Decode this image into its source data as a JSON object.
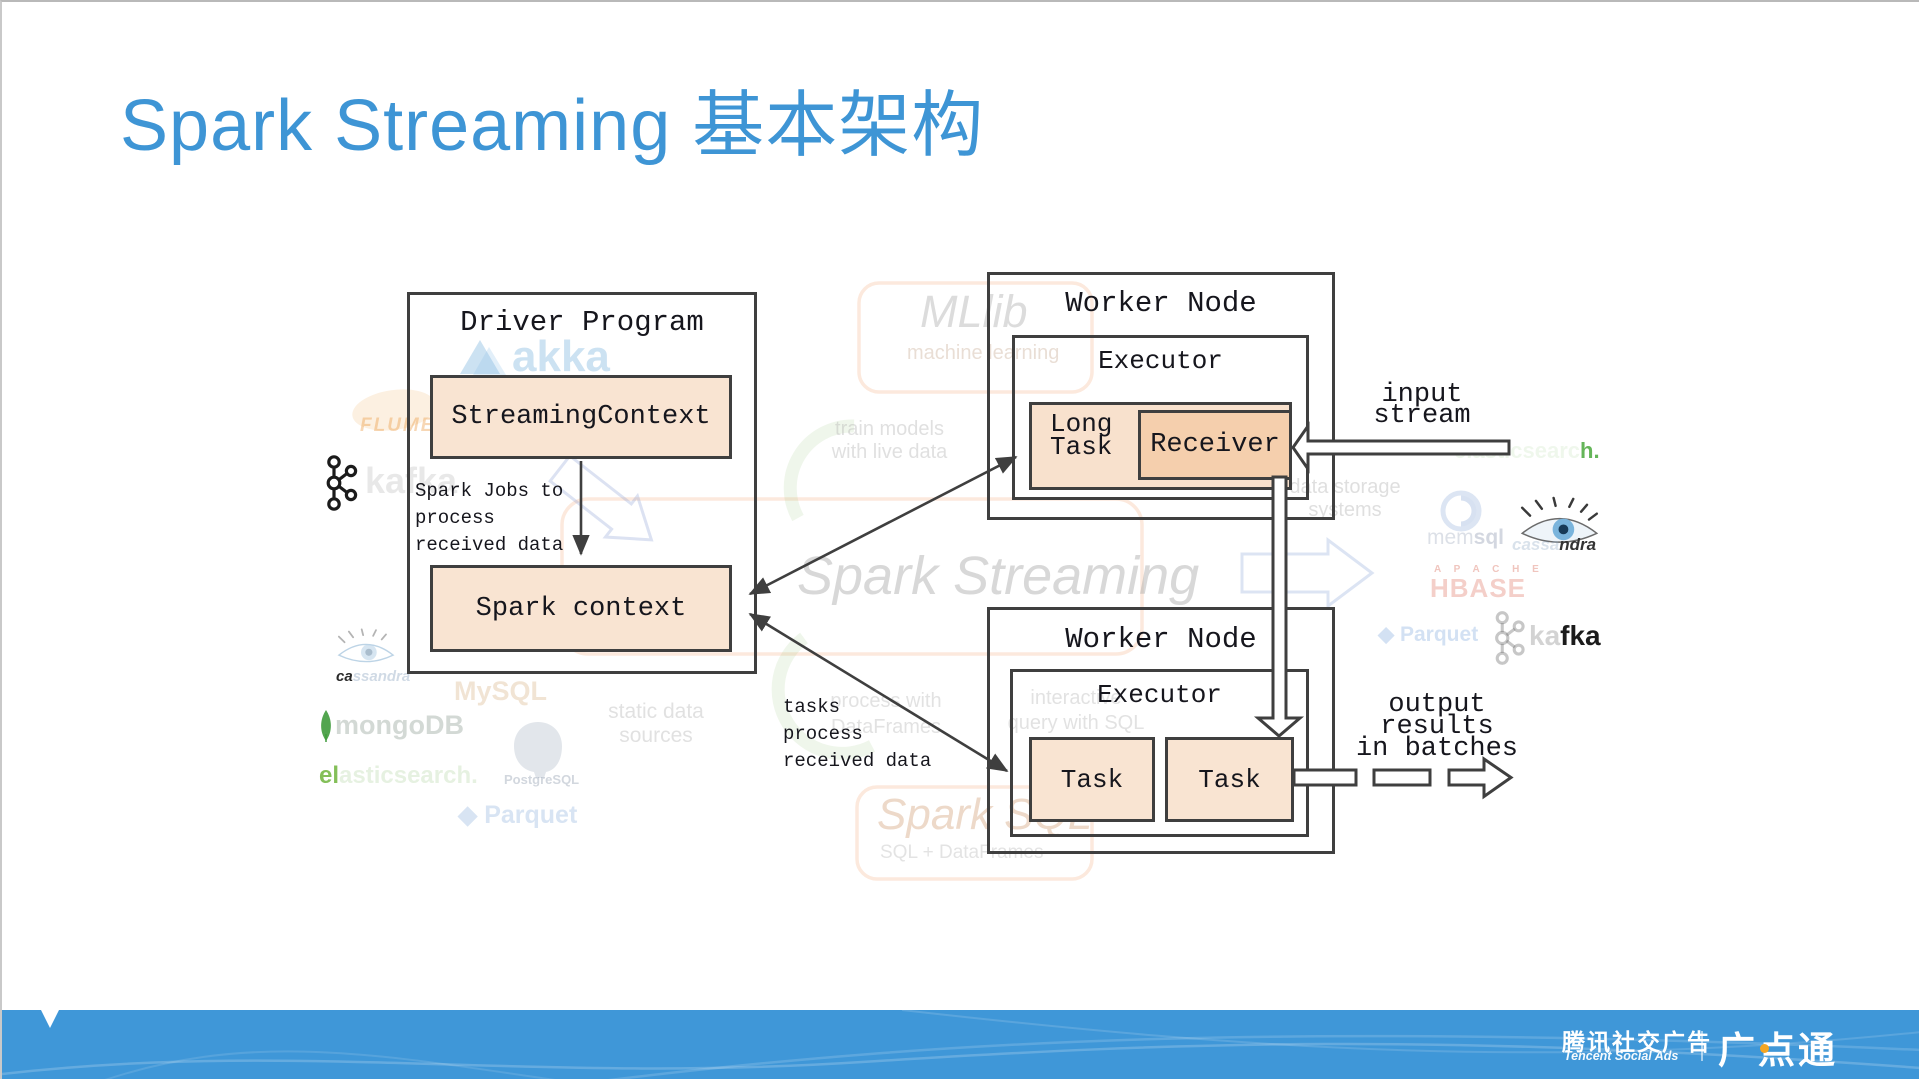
{
  "slide": {
    "title": "Spark Streaming 基本架构"
  },
  "colors": {
    "accent": "#3E95D5",
    "ink": "#3F3F3F",
    "peach": "#F9E4D2",
    "peach-mid": "#F8E1CD",
    "peach-dark": "#F5CFAD",
    "footer-blue": "#3F97D8"
  },
  "diagram": {
    "driver_program": {
      "label": "Driver Program",
      "streaming_context_label": "StreamingContext",
      "jobs_annotation": "Spark Jobs to\nprocess\nreceived data",
      "spark_context_label": "Spark context"
    },
    "worker_node_top": {
      "label": "Worker Node",
      "executor_label": "Executor",
      "long_task_label": "Long\nTask",
      "receiver_label": "Receiver"
    },
    "worker_node_bottom": {
      "label": "Worker Node",
      "executor_label": "Executor",
      "task1_label": "Task",
      "task2_label": "Task"
    },
    "annotations": {
      "input_stream": "input\nstream",
      "output_results": "output\nresults\nin batches",
      "tasks_process": "tasks\nprocess\nreceived data"
    }
  },
  "watermarks": {
    "akka": "akka",
    "flume": "FLUME",
    "kafka_left": "kafka",
    "cassandra_left_strong": "ca",
    "cassandra_left_rest": "ssandra",
    "mongodb": "mongoDB",
    "elastic_left_strong": "el",
    "elastic_left_rest": "asticsearch.",
    "mysql": "MySQL",
    "postgresql": "PostgreSQL",
    "parquet_icon": "◆",
    "parquet_left": "Parquet",
    "static_data": "static data\nsources",
    "mllib": "MLlib",
    "machine_learning": "machine learning",
    "train_models": "train models\nwith live data",
    "spark_streaming": "Spark Streaming",
    "spark_sql": "Spark SQL",
    "sql_dataframes": "SQL + DataFrames",
    "process_with": "process with\nDataFrames",
    "interactive_query": "interactive\nquery with SQL",
    "data_storage": "data storage\nsystems",
    "elastic_right_rest": "elasticsearc",
    "elastic_right_strong": "h.",
    "memsql_light": "mem",
    "memsql_bold": "sql",
    "cassandra_right_light": "cassa",
    "cassandra_right_strong": "ndra",
    "apache": "A P A C H E",
    "hbase": "HBASE",
    "parquet_right": "Parquet",
    "kafka_right_light": "ka",
    "kafka_right_strong": "fka"
  },
  "footer": {
    "brand_cn": "腾讯社交广告",
    "brand_en": "Tencent Social Ads",
    "logo": "广点通"
  }
}
